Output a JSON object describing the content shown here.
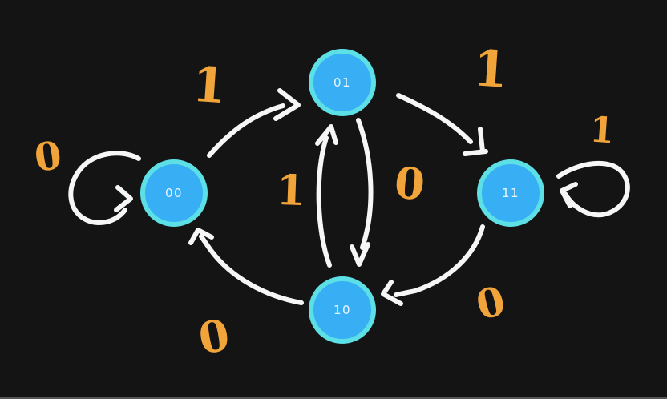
{
  "colors": {
    "background": "#141414",
    "node_fill": "#38aff5",
    "node_ring": "#5ce0e6",
    "arrow": "#f6f6f6",
    "label": "#f0a43a",
    "state_text": "#e9f6fe",
    "bottom_edge": "#565656"
  },
  "diagram": {
    "type": "finite-state-machine",
    "states": [
      {
        "id": "00",
        "label": "00"
      },
      {
        "id": "01",
        "label": "01"
      },
      {
        "id": "11",
        "label": "11"
      },
      {
        "id": "10",
        "label": "10"
      }
    ],
    "transitions": [
      {
        "from": "00",
        "to": "00",
        "input": "0"
      },
      {
        "from": "00",
        "to": "01",
        "input": "1"
      },
      {
        "from": "01",
        "to": "11",
        "input": "1"
      },
      {
        "from": "11",
        "to": "11",
        "input": "1"
      },
      {
        "from": "10",
        "to": "01",
        "input": "1"
      },
      {
        "from": "01",
        "to": "10",
        "input": "0"
      },
      {
        "from": "11",
        "to": "10",
        "input": "0"
      },
      {
        "from": "10",
        "to": "00",
        "input": "0"
      }
    ]
  }
}
